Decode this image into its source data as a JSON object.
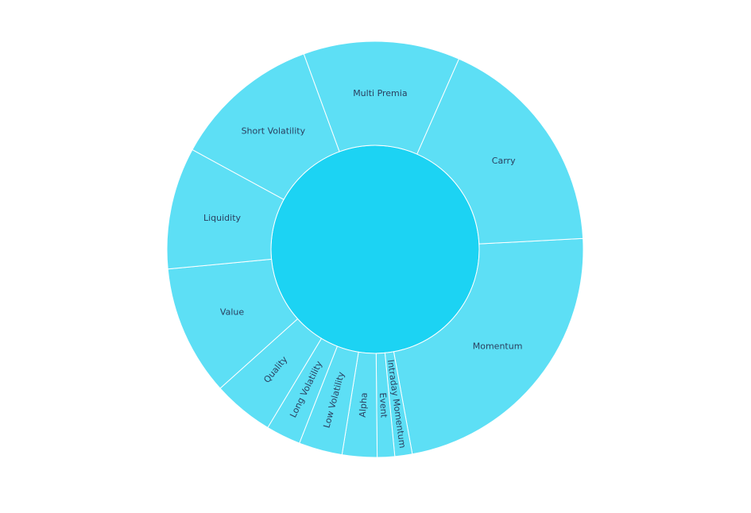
{
  "chart_data": {
    "type": "sunburst",
    "title": "",
    "root": {
      "label": "",
      "color": "#1cd3f3"
    },
    "leaf_color": "#5ddff5",
    "border_color": "#ffffff",
    "direction": "clockwise",
    "slices": [
      {
        "label": "Momentum",
        "value": 17.0
      },
      {
        "label": "Intraday Momentum",
        "value": 1.0
      },
      {
        "label": "Event",
        "value": 1.0
      },
      {
        "label": "Alpha",
        "value": 2.0
      },
      {
        "label": "Low Volatility",
        "value": 2.5
      },
      {
        "label": "Long Volatility",
        "value": 2.0
      },
      {
        "label": "Quality",
        "value": 3.5
      },
      {
        "label": "Value",
        "value": 7.5
      },
      {
        "label": "Liquidity",
        "value": 7.0
      },
      {
        "label": "Short Volatility",
        "value": 8.5
      },
      {
        "label": "Multi Premia",
        "value": 9.0
      },
      {
        "label": "Carry",
        "value": 13.0
      }
    ]
  }
}
